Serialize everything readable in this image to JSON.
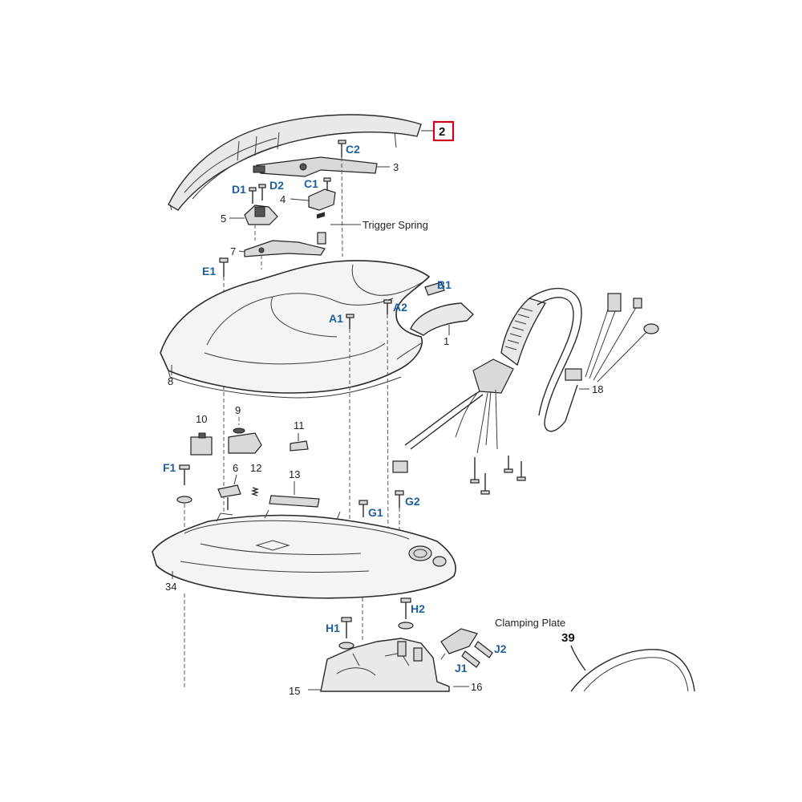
{
  "labels": {
    "n1": "1",
    "n2": "2",
    "n3": "3",
    "n4": "4",
    "n5": "5",
    "n6": "6",
    "n7": "7",
    "n8": "8",
    "n9": "9",
    "n10": "10",
    "n11": "11",
    "n12": "12",
    "n13": "13",
    "n15": "15",
    "n16": "16",
    "n18": "18",
    "n34": "34",
    "n39": "39",
    "a1": "A1",
    "a2": "A2",
    "b1": "B1",
    "c1": "C1",
    "c2": "C2",
    "d1": "D1",
    "d2": "D2",
    "e1": "E1",
    "f1": "F1",
    "g1": "G1",
    "g2": "G2",
    "h1": "H1",
    "h2": "H2",
    "j1": "J1",
    "j2": "J2",
    "trigger_spring": "Trigger Spring",
    "clamping_plate": "Clamping Plate"
  },
  "highlight": {
    "part": "2",
    "color": "#d0021b"
  },
  "colors": {
    "screw_label": "#1f5f9e",
    "part_label": "#222222"
  }
}
